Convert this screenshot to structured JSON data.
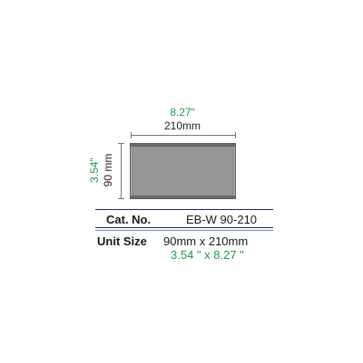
{
  "dimensions": {
    "width_inch": "8.27\"",
    "width_mm": "210mm",
    "height_inch": "3.54\"",
    "height_mm": "90 mm"
  },
  "specs": {
    "cat_label": "Cat. No.",
    "cat_value": "EB-W 90-210",
    "size_label": "Unit Size",
    "size_mm": "90mm x 210mm",
    "size_inch": "3.54 \" x 8.27 \""
  },
  "colors": {
    "inch_text": "#1a9a4a",
    "rule": "#1c2a5a",
    "sign_fill": "#8f8f8f"
  }
}
